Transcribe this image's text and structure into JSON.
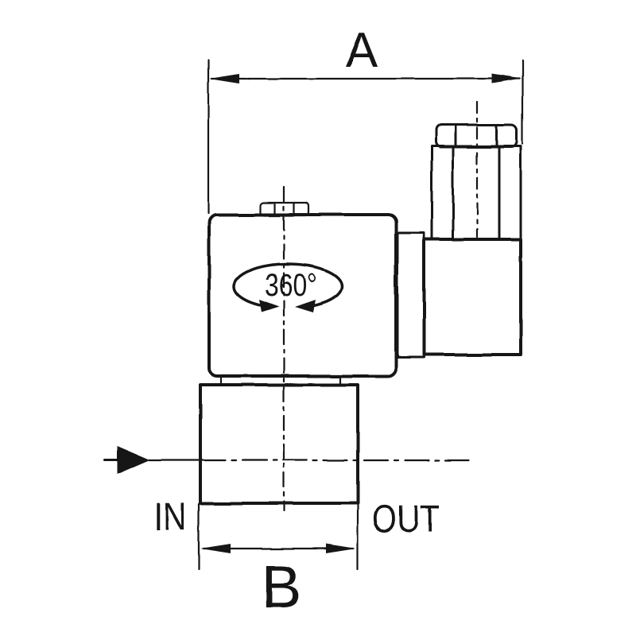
{
  "colors": {
    "ink": "#161616",
    "background": "#ffffff"
  },
  "dimension_a": {
    "label": "A"
  },
  "dimension_b": {
    "label": "B"
  },
  "flow": {
    "inlet_label": "IN",
    "outlet_label": "OUT"
  },
  "rotation_symbol": {
    "label": "360°"
  }
}
